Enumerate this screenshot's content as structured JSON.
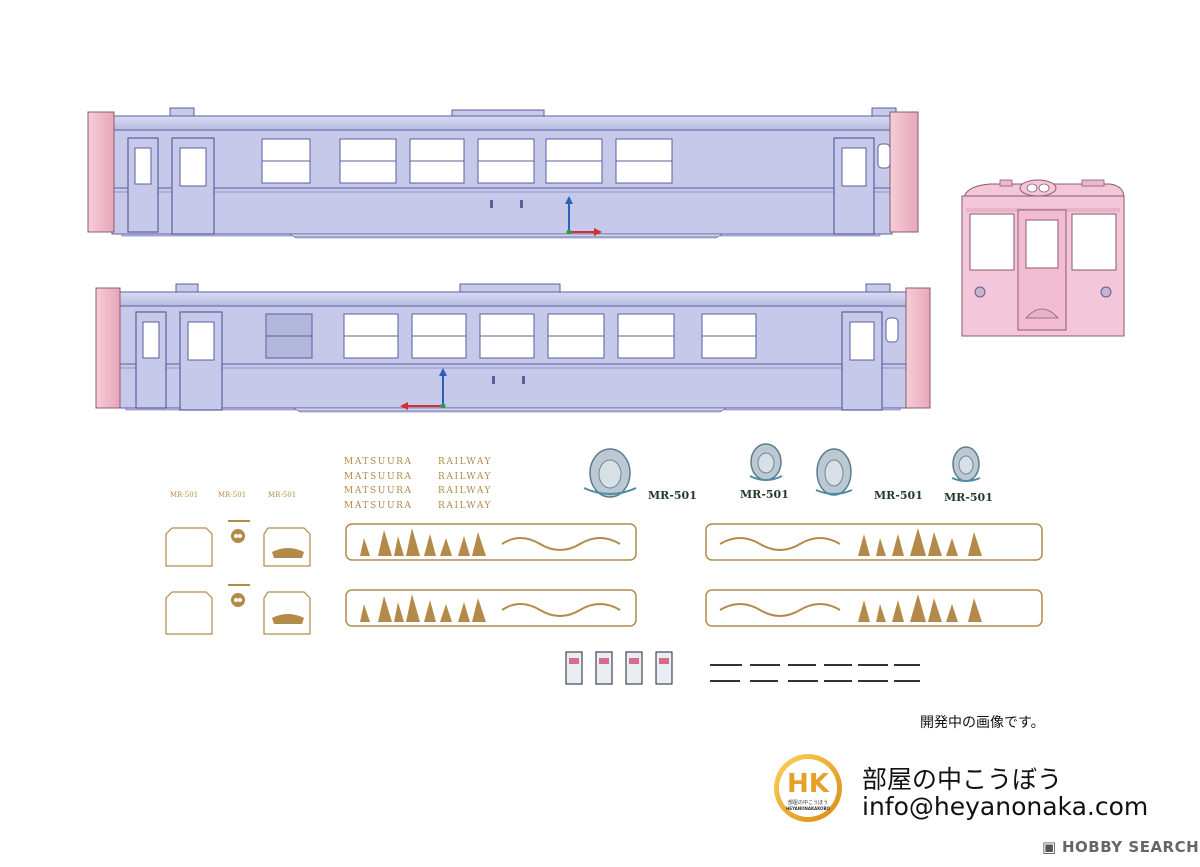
{
  "decals": {
    "operator_name_left": "MATSUURA",
    "operator_name_right": "RAILWAY",
    "car_number": "MR-501"
  },
  "caption": {
    "development_note": "開発中の画像です。"
  },
  "maker": {
    "logo_letters": "HK",
    "logo_subtext": "部屋の中こうぼう",
    "logo_romaji": "HEYANONAKAKOBO",
    "name": "部屋の中こうぼう",
    "email": "info@heyanonaka.com"
  },
  "watermark": {
    "brand": "HOBBY SEARCH"
  },
  "colors": {
    "body": "#c6c9ea",
    "body_stroke": "#5b5f9e",
    "car_end": "#f0bccb",
    "front_face": "#f4c6d9",
    "decal_gold": "#b38a4a",
    "logo_ring": "#f0b12d",
    "logo_text_gold": "#e5a02a"
  }
}
